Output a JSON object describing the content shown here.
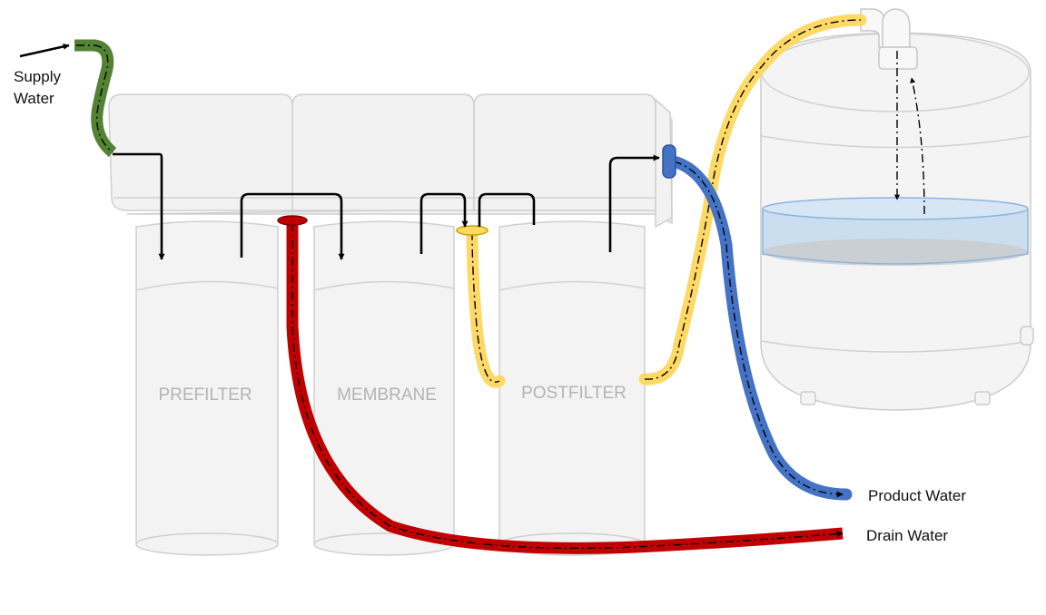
{
  "labels": {
    "supply_line1": "Supply",
    "supply_line2": "Water",
    "prefilter": "PREFILTER",
    "membrane": "MEMBRANE",
    "postfilter": "POSTFILTER",
    "product_water": "Product Water",
    "drain_water": "Drain Water"
  },
  "colors": {
    "supply_tube": "#548235",
    "drain_tube": "#c00000",
    "membrane_out_tube": "#ffd966",
    "product_tube": "#4472c4",
    "tank_water": "#bdd7ee",
    "arrow": "#000000"
  }
}
